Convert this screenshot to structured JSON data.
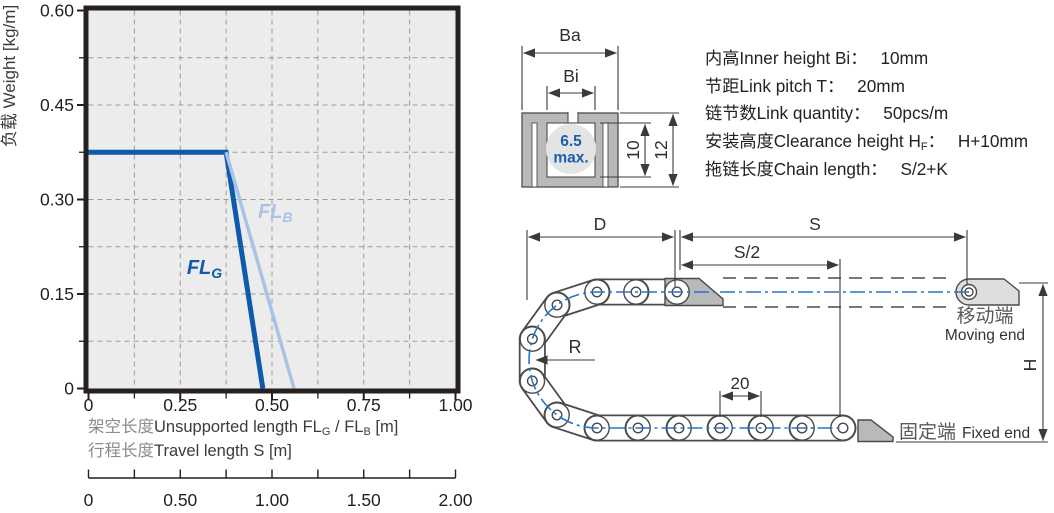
{
  "chart_data": {
    "type": "line",
    "title": "",
    "y_axis_title": "负载 Weight [kg/m]",
    "xlim": [
      0,
      1.0
    ],
    "ylim": [
      0,
      0.6
    ],
    "grid": true,
    "grid_color": "#9B9B9B",
    "plot_bg": "#ECECEC",
    "frame_color": "#26211E",
    "x_minor_step": 0.125,
    "y_minor_step": 0.075,
    "x_ticks": [
      {
        "v": 0,
        "t": "0"
      },
      {
        "v": 0.25,
        "t": "0.25"
      },
      {
        "v": 0.5,
        "t": "0.50"
      },
      {
        "v": 0.75,
        "t": "0.75"
      },
      {
        "v": 1.0,
        "t": "1.00"
      }
    ],
    "y_ticks": [
      {
        "v": 0,
        "t": "0"
      },
      {
        "v": 0.15,
        "t": "0.15"
      },
      {
        "v": 0.3,
        "t": "0.30"
      },
      {
        "v": 0.45,
        "t": "0.45"
      },
      {
        "v": 0.6,
        "t": "0.60"
      }
    ],
    "series": [
      {
        "name": "FLG",
        "label_main": "FL",
        "label_sub": "G",
        "color": "#0E5AAC",
        "width": 5,
        "points": [
          [
            0,
            0.375
          ],
          [
            0.375,
            0.375
          ],
          [
            0.475,
            0
          ]
        ],
        "label_pos": [
          0.268,
          0.182
        ]
      },
      {
        "name": "FLB",
        "label_main": "FL",
        "label_sub": "B",
        "color": "#AAC2E8",
        "width": 3.5,
        "points": [
          [
            0.375,
            0.375
          ],
          [
            0.56,
            0
          ]
        ],
        "label_pos": [
          0.462,
          0.271
        ]
      }
    ],
    "x_axis_label_line1": {
      "cn": "架空长度",
      "en_prefix": "Unsupported length FL",
      "sub1": "G",
      "mid": " / FL",
      "sub2": "B",
      "suffix": " [m]"
    },
    "x_axis_label_line2": {
      "cn": "行程长度",
      "en": "Travel length S [m]"
    },
    "secondary_axis": {
      "min": 0,
      "max": 2.0,
      "minor_step": 0.25,
      "ticks": [
        {
          "v": 0,
          "t": "0"
        },
        {
          "v": 0.5,
          "t": "0.50"
        },
        {
          "v": 1.0,
          "t": "1.00"
        },
        {
          "v": 1.5,
          "t": "1.50"
        },
        {
          "v": 2.0,
          "t": "2.00"
        }
      ]
    }
  },
  "cross_section": {
    "dim_outer_width": "Ba",
    "dim_inner_width": "Bi",
    "bend_note_value": "6.5",
    "bend_note_suffix": "max.",
    "dim_inner_height": "10",
    "dim_outer_height": "12",
    "note_color": "#1B5FAD"
  },
  "specs": {
    "items": [
      {
        "cn": "内高",
        "en": "Inner height Bi",
        "sub": "",
        "colon": "：",
        "value": "10mm"
      },
      {
        "cn": "节距",
        "en": "Link pitch T",
        "sub": "",
        "colon": "：",
        "value": "20mm"
      },
      {
        "cn": "链节数",
        "en": "Link quantity",
        "sub": "",
        "colon": "：",
        "value": "50pcs/m"
      },
      {
        "cn": "安装高度",
        "en": "Clearance height H",
        "sub": "F",
        "colon": "：",
        "value": "H+10mm"
      },
      {
        "cn": "拖链长度",
        "en": "Chain length",
        "sub": "",
        "colon": "：",
        "value": "S/2+K"
      }
    ]
  },
  "chain_diagram": {
    "dim_d": "D",
    "dim_s": "S",
    "dim_s_half": "S/2",
    "dim_radius": "R",
    "dim_pitch": "20",
    "dim_height": "H",
    "moving_end_cn": "移动端",
    "moving_end_en": "Moving end",
    "fixed_end_cn": "固定端",
    "fixed_end_en": "Fixed end"
  }
}
